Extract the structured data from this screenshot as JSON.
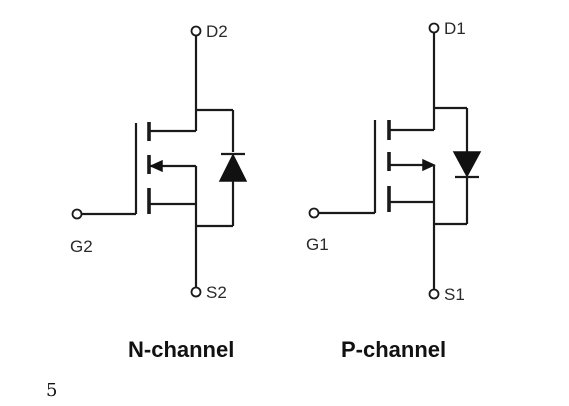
{
  "n_channel": {
    "drain_label": "D2",
    "gate_label": "G2",
    "source_label": "S2",
    "caption": "N-channel"
  },
  "p_channel": {
    "drain_label": "D1",
    "gate_label": "G1",
    "source_label": "S1",
    "caption": "P-channel"
  },
  "page_number": "5"
}
